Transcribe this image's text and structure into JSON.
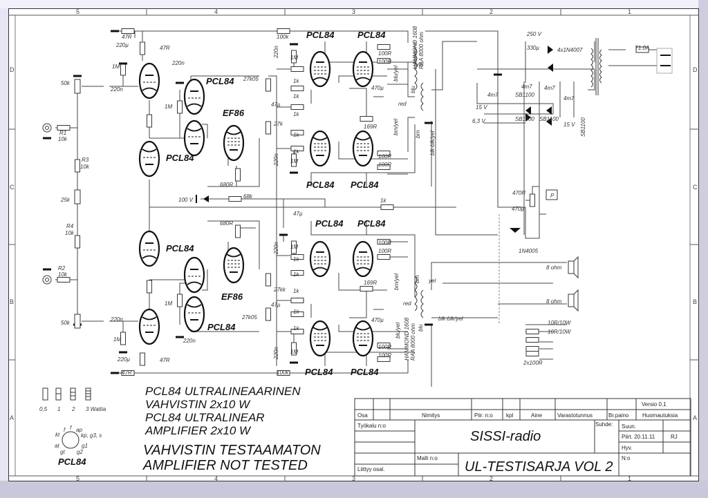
{
  "zones": {
    "columns": [
      "5",
      "4",
      "3",
      "2",
      "1"
    ],
    "rows": [
      "D",
      "C",
      "B",
      "A"
    ]
  },
  "tubes": {
    "pcl84": "PCL84",
    "ef86": "EF86"
  },
  "labels": {
    "r_47r": "47R",
    "c_220u": "220µ",
    "r_1m": "1M",
    "c_220n": "220n",
    "pot_50k": "50k",
    "pot_25k": "25k",
    "r1": "R1",
    "r2": "R2",
    "r3": "R3",
    "r4": "R4",
    "r_10k": "10k",
    "r_100k": "100k",
    "r_27k05": "27k05",
    "r_27k": "27k",
    "r_27kk": "27kk",
    "c_47u": "47µ",
    "r_1k": "1k",
    "r_100r": "100R",
    "r_169r": "169R",
    "c_470u": "470µ",
    "r_680r": "680R",
    "r_68k": "68k",
    "v_100": "100 V",
    "v_250": "250 V",
    "c_330u": "330µ",
    "diodes_4x": "4x1N4007",
    "fuse": "T1.0A",
    "c_4m7": "4m7",
    "sb1100": "SB1100",
    "v_15": "15 V",
    "v_63": "6,3 V",
    "r_470r": "470R",
    "d_1n4005": "1N4005",
    "relay_p": "P",
    "ohm8": "8 ohm",
    "r_10r10w": "10R/10W",
    "r_2x100r": "2x100R",
    "xfmr_name": "HAMMOND 1608",
    "xfmr_raa": "RAA 8000 ohm",
    "w_blu": "blu",
    "w_yel": "yel",
    "w_red": "red",
    "w_brn": "brn",
    "w_bluyel": "blu/yel",
    "w_brnyel": "brn/yel",
    "w_blkblkyel": "blk-blk/yel"
  },
  "legend": {
    "wattages": [
      "0,5",
      "1",
      "2",
      "3 Wattia"
    ],
    "pinout_title": "PCL84",
    "pins": [
      "f",
      "f",
      "ap",
      "kt",
      "kp, g3, s",
      "at",
      "g1",
      "gt",
      "g2"
    ]
  },
  "notes": {
    "line1": "PCL84 ULTRALINEAARINEN",
    "line2": "VAHVISTIN 2x10 W",
    "line3": "PCL84 ULTRALINEAR",
    "line4": "AMPLIFIER 2x10 W",
    "line5": "VAHVISTIN TESTAAMATON",
    "line6": "AMPLIFIER NOT TESTED"
  },
  "title_block": {
    "version": "Versio 0.1",
    "headers": [
      "Osa",
      "Nimitys",
      "Piir. n:o",
      "kpl",
      "Aine",
      "Varastotunnus",
      "Br.paino",
      "Huomautuksia"
    ],
    "tool_no": "Työkalu n:o",
    "project": "SISSI-radio",
    "ratio": "Suhde:",
    "designed": "Suun.",
    "drawn": "Piirt. 20.11.11",
    "drawn_by": "RJ",
    "approved": "Hyv.",
    "model_no": "Malli n:o",
    "drawing_title": "UL-TESTISARJA VOL 2",
    "number": "N:o",
    "related": "Liittyy osal."
  }
}
